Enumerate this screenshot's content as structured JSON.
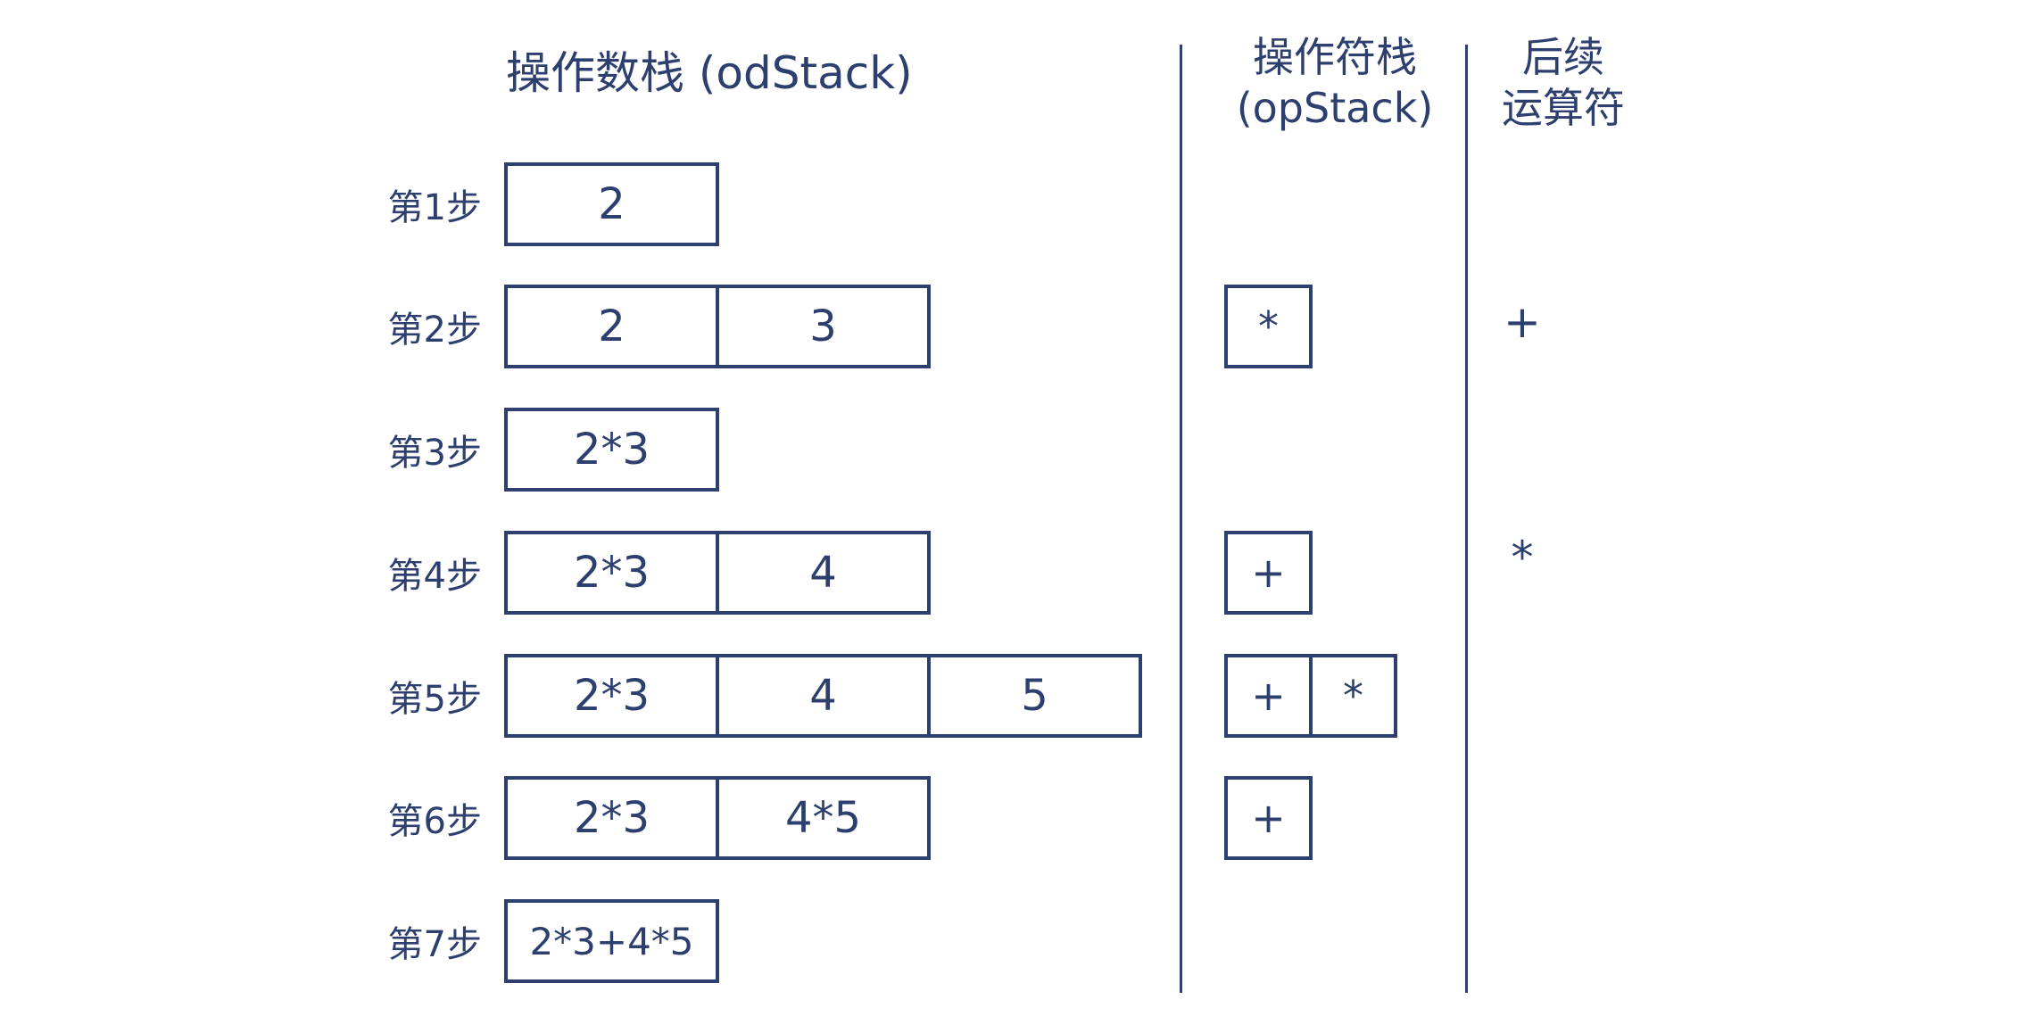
{
  "colors": {
    "ink": "#2d3f6e",
    "background": "#ffffff"
  },
  "headers": {
    "odstack_title": "操作数栈 (odStack)",
    "opstack_line1": "操作符栈",
    "opstack_line2": "(opStack)",
    "nextop_line1": "后续",
    "nextop_line2": "运算符"
  },
  "rows": [
    {
      "label": "第1步",
      "odstack": [
        "2"
      ],
      "opstack": [],
      "next_op": ""
    },
    {
      "label": "第2步",
      "odstack": [
        "2",
        "3"
      ],
      "opstack": [
        "*"
      ],
      "next_op": "+"
    },
    {
      "label": "第3步",
      "odstack": [
        "2*3"
      ],
      "opstack": [],
      "next_op": ""
    },
    {
      "label": "第4步",
      "odstack": [
        "2*3",
        "4"
      ],
      "opstack": [
        "+"
      ],
      "next_op": "*"
    },
    {
      "label": "第5步",
      "odstack": [
        "2*3",
        "4",
        "5"
      ],
      "opstack": [
        "+",
        "*"
      ],
      "next_op": ""
    },
    {
      "label": "第6步",
      "odstack": [
        "2*3",
        "4*5"
      ],
      "opstack": [
        "+"
      ],
      "next_op": ""
    },
    {
      "label": "第7步",
      "odstack": [
        "2*3+4*5"
      ],
      "opstack": [],
      "next_op": ""
    }
  ]
}
